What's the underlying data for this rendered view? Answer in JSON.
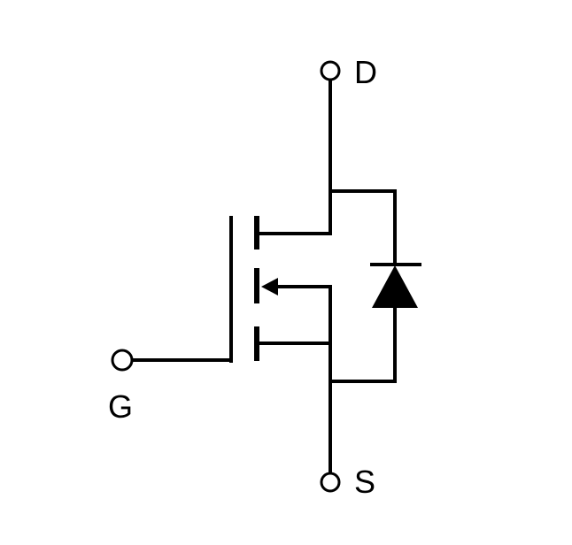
{
  "labels": {
    "drain": "D",
    "gate": "G",
    "source": "S"
  },
  "colors": {
    "line": "#000000",
    "background": "#ffffff"
  }
}
